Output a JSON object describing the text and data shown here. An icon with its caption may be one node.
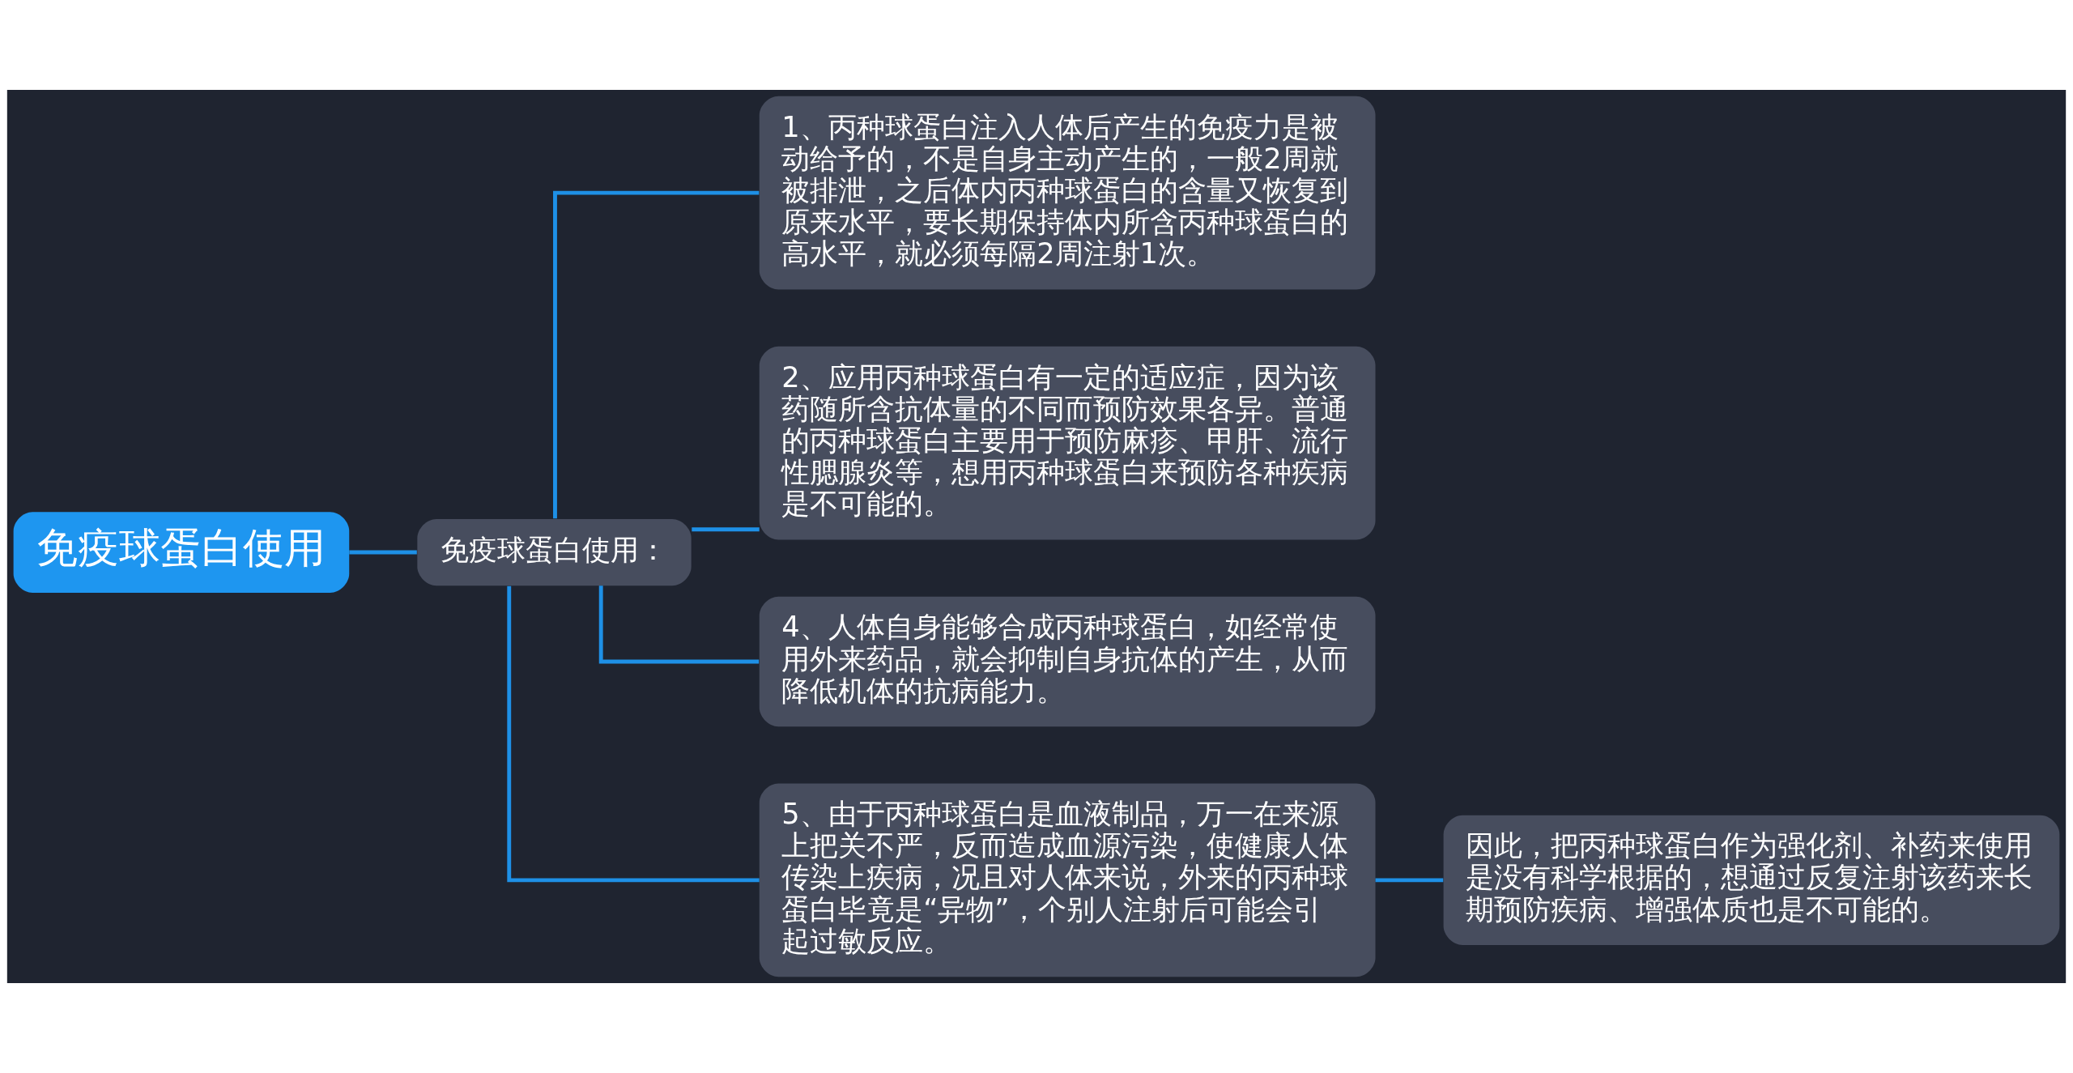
{
  "diagram": {
    "nodes": [
      {
        "text": [
          "免疫球蛋白使用"
        ]
      },
      {
        "text": [
          "免疫球蛋白使用："
        ]
      },
      {
        "text": [
          "1、丙种球蛋白注入人体后产生的免疫力是被动给予的，不是自身主动产生的，一般2周就被排泄，之后体内丙种球蛋白的含量又恢复到原来水平，要长期保持体内所含丙种球蛋白的高水平，就必须每隔2周注射1次。"
        ]
      },
      {
        "text": [
          "2、应用丙种球蛋白有一定的适应症，因为该药随所含抗体量的不同而预防效果各异。普通的丙种球蛋白主要用于预防麻疹、甲肝、流行性腮腺炎等，想用丙种球蛋白来预防各种疾病是不可能的。"
        ]
      },
      {
        "text": [
          "4、人体自身能够合成丙种球蛋白，如经常使用外来药品，就会抑制自身抗体的产生，从而降低机体的抗病能力。"
        ]
      },
      {
        "text": [
          "5、由于丙种球蛋白是血液制品，万一在来源上把关不严，反而造成血源污染，使健康人体传染上疾病，况且对人体来说，外来的丙种球蛋白毕竟是“异物”，个别人注射后可能会引起过敏反应。"
        ]
      },
      {
        "text": [
          "因此，把丙种球蛋白作为强化剂、补药来使用是没有科学根据的，想通过反复注射该药来长期预防疾病、增强体质也是不可能的。"
        ]
      }
    ],
    "edges": [
      {
        "from": 0,
        "to": 1,
        "arrow": "none"
      },
      {
        "from": 1,
        "to": 2,
        "arrow": "none"
      },
      {
        "from": 1,
        "to": 3,
        "arrow": "none"
      },
      {
        "from": 1,
        "to": 4,
        "arrow": "none"
      },
      {
        "from": 1,
        "to": 5,
        "arrow": "none"
      },
      {
        "from": 5,
        "to": 6,
        "arrow": "none"
      }
    ]
  }
}
